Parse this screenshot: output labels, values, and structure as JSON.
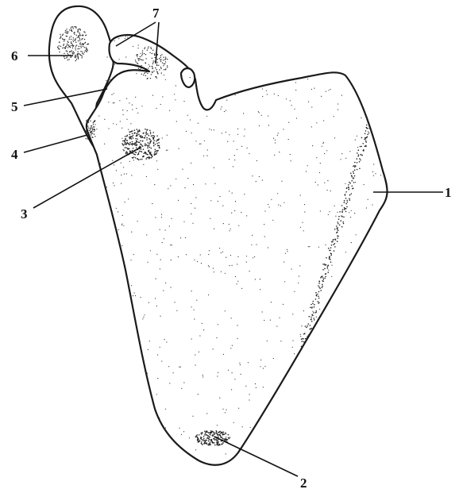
{
  "labels": [
    {
      "id": "1",
      "text": "1"
    },
    {
      "id": "2",
      "text": "2"
    },
    {
      "id": "3",
      "text": "3"
    },
    {
      "id": "4",
      "text": "4"
    },
    {
      "id": "5",
      "text": "5"
    },
    {
      "id": "6",
      "text": "6"
    },
    {
      "id": "7",
      "text": "7"
    }
  ],
  "colors": {
    "ink": "#111111",
    "stipple": "#333333",
    "background": "#ffffff"
  }
}
